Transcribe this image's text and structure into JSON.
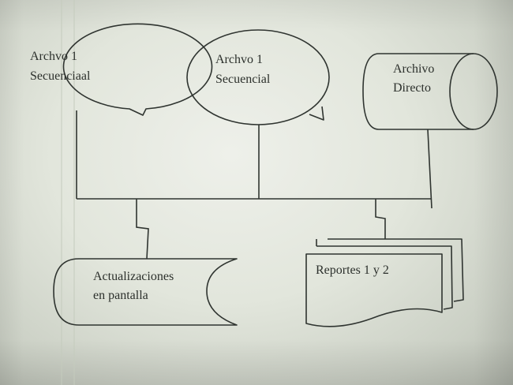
{
  "nodes": {
    "archivo_1_secuencial_a": {
      "line1": "Archvo 1",
      "line2": "Secuenciaal"
    },
    "archivo_1_secuencial_b": {
      "line1": "Archvo 1",
      "line2": "Secuencial"
    },
    "archivo_directo": {
      "line1": "Archivo",
      "line2": "Directo"
    },
    "actualizaciones": {
      "line1": "Actualizaciones",
      "line2": "en pantalla"
    },
    "reportes": {
      "line1": "Reportes 1 y 2"
    }
  }
}
